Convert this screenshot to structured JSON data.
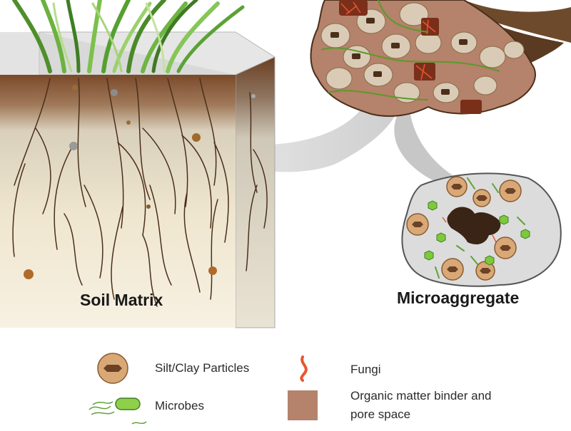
{
  "labels": {
    "soil_matrix": "Soil Matrix",
    "microaggregate": "Microaggregate"
  },
  "legend": {
    "silt_clay": "Silt/Clay Particles",
    "microbes": "Microbes",
    "fungi": "Fungi",
    "organic_line1": "Organic matter binder and",
    "organic_line2": "pore space"
  },
  "colors": {
    "soil_dark": "#7a4a2a",
    "soil_light": "#f3ecd8",
    "organic_matter": "#b5826b",
    "fungi": "#e9552e",
    "microbe_green": "#7ec93a",
    "particle_tan": "#d9a877",
    "particle_core": "#6b4226",
    "gray_cloud": "#d4d4d4",
    "grass": "#5ea238"
  }
}
